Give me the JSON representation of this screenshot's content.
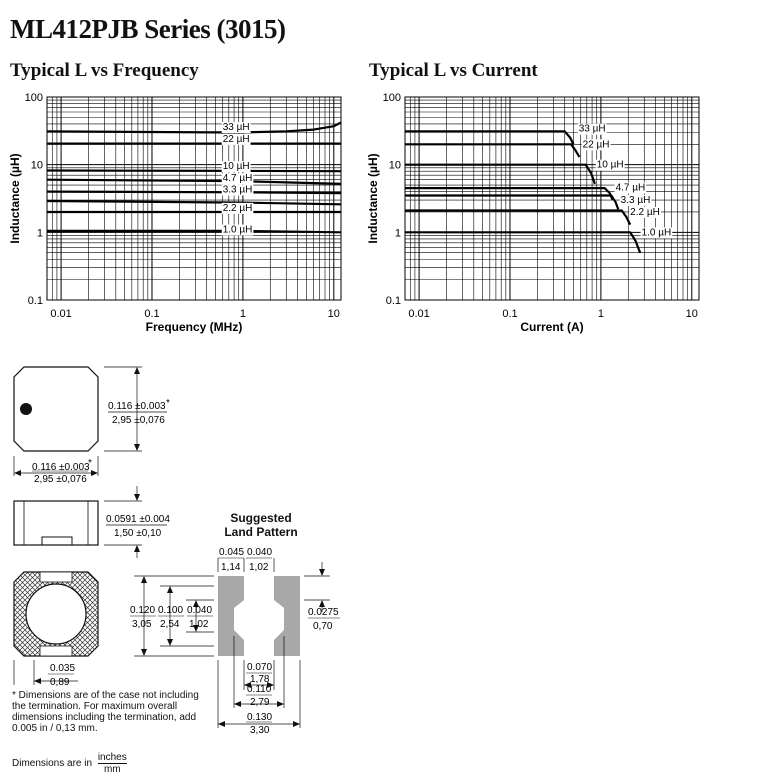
{
  "page_title": "ML412PJB Series (3015)",
  "chart_data": [
    {
      "type": "line",
      "title": "Typical L vs Frequency",
      "xlabel": "Frequency (MHz)",
      "ylabel": "Inductance (µH)",
      "x_scale": "log",
      "y_scale": "log",
      "xlim": [
        0.007,
        12
      ],
      "ylim": [
        0.1,
        100
      ],
      "x_ticks": [
        "0.01",
        "0.1",
        "1",
        "10"
      ],
      "y_ticks": [
        "100",
        "10",
        "1",
        "0.1"
      ],
      "grid": true,
      "series": [
        {
          "name": "33 µH",
          "x": [
            0.007,
            0.5,
            1,
            3,
            6,
            10,
            12
          ],
          "y": [
            31,
            30,
            30,
            31,
            33,
            37,
            42
          ]
        },
        {
          "name": "22 µH",
          "x": [
            0.007,
            1,
            12
          ],
          "y": [
            20.5,
            20.5,
            20.5
          ]
        },
        {
          "name": "10 µH",
          "x": [
            0.007,
            1,
            12
          ],
          "y": [
            8.2,
            8.1,
            8.0
          ]
        },
        {
          "name": "4.7 µH",
          "x": [
            0.007,
            1,
            12
          ],
          "y": [
            6.0,
            5.7,
            5.2
          ]
        },
        {
          "name": "3.3 µH",
          "x": [
            0.007,
            1,
            12
          ],
          "y": [
            4.0,
            3.9,
            3.8
          ]
        },
        {
          "name": "",
          "x": [
            0.007,
            1,
            12
          ],
          "y": [
            2.9,
            2.75,
            2.6
          ]
        },
        {
          "name": "2.2 µH",
          "x": [
            0.007,
            1,
            12
          ],
          "y": [
            2.0,
            2.0,
            2.0
          ]
        },
        {
          "name": "1.0 µH",
          "x": [
            0.007,
            1,
            12
          ],
          "y": [
            1.05,
            1.05,
            1.0
          ]
        }
      ],
      "labels": [
        {
          "text": "33 µH",
          "x": 0.6,
          "y": 36
        },
        {
          "text": "22 µH",
          "x": 0.6,
          "y": 24
        },
        {
          "text": "10 µH",
          "x": 0.6,
          "y": 9.5
        },
        {
          "text": "4.7 µH",
          "x": 0.6,
          "y": 6.3
        },
        {
          "text": "3.3 µH",
          "x": 0.6,
          "y": 4.3
        },
        {
          "text": "2.2 µH",
          "x": 0.6,
          "y": 2.3
        },
        {
          "text": "1.0 µH",
          "x": 0.6,
          "y": 1.1
        }
      ]
    },
    {
      "type": "line",
      "title": "Typical L vs Current",
      "xlabel": "Current (A)",
      "ylabel": "Inductance (µH)",
      "x_scale": "log",
      "y_scale": "log",
      "xlim": [
        0.007,
        12
      ],
      "ylim": [
        0.1,
        100
      ],
      "x_ticks": [
        "0.01",
        "0.1",
        "1",
        "10"
      ],
      "y_ticks": [
        "100",
        "10",
        "1",
        "0.1"
      ],
      "grid": true,
      "series": [
        {
          "name": "33 µH",
          "x": [
            0.007,
            0.4,
            0.46,
            0.5
          ],
          "y": [
            31,
            31,
            25,
            20
          ]
        },
        {
          "name": "22 µH",
          "x": [
            0.007,
            0.47,
            0.53,
            0.58
          ],
          "y": [
            20,
            20,
            16,
            13
          ]
        },
        {
          "name": "10 µH",
          "x": [
            0.007,
            0.68,
            0.78,
            0.86
          ],
          "y": [
            10,
            10,
            7.5,
            5.2
          ]
        },
        {
          "name": "4.7 µH",
          "x": [
            0.007,
            1.1,
            1.25,
            1.35
          ],
          "y": [
            4.5,
            4.5,
            3.8,
            3.0
          ]
        },
        {
          "name": "3.3 µH",
          "x": [
            0.007,
            1.3,
            1.45,
            1.55
          ],
          "y": [
            3.5,
            3.5,
            2.8,
            2.2
          ]
        },
        {
          "name": "2.2 µH",
          "x": [
            0.007,
            1.7,
            1.9,
            2.1
          ],
          "y": [
            2.1,
            2.1,
            1.7,
            1.3
          ]
        },
        {
          "name": "1.0 µH",
          "x": [
            0.007,
            2.1,
            2.4,
            2.7
          ],
          "y": [
            1.0,
            1.0,
            0.75,
            0.5
          ]
        }
      ],
      "labels": [
        {
          "text": "33 µH",
          "x": 0.57,
          "y": 34
        },
        {
          "text": "22 µH",
          "x": 0.63,
          "y": 20
        },
        {
          "text": "10 µH",
          "x": 0.9,
          "y": 10
        },
        {
          "text": "4.7 µH",
          "x": 1.45,
          "y": 4.6
        },
        {
          "text": "3.3 µH",
          "x": 1.65,
          "y": 3.0
        },
        {
          "text": "2.2 µH",
          "x": 2.1,
          "y": 2.0
        },
        {
          "text": "1.0 µH",
          "x": 2.8,
          "y": 1.0
        }
      ]
    }
  ],
  "drawing": {
    "land_pattern_title_1": "Suggested",
    "land_pattern_title_2": "Land Pattern",
    "top_height_in": "0.116 ±0.003",
    "top_height_mm": "2,95 ±0,076",
    "top_width_in": "0.116 ±0.003",
    "top_width_mm": "2,95 ±0,076",
    "asterisk": "*",
    "side_height_in": "0.0591 ±0.004",
    "side_height_mm": "1,50 ±0,10",
    "bottom_term_in": "0.035",
    "bottom_term_mm": "0,89",
    "lp_a_in": "0.045",
    "lp_a_mm": "1,14",
    "lp_b_in": "0.040",
    "lp_b_mm": "1,02",
    "lp_h1_in": "0.120",
    "lp_h1_mm": "3,05",
    "lp_h2_in": "0.100",
    "lp_h2_mm": "2,54",
    "lp_h3_in": "0.040",
    "lp_h3_mm": "1,02",
    "lp_notch_in": "0.0275",
    "lp_notch_mm": "0,70",
    "lp_w1_in": "0.070",
    "lp_w1_mm": "1,78",
    "lp_w2_in": "0.110",
    "lp_w2_mm": "2,79",
    "lp_w3_in": "0.130",
    "lp_w3_mm": "3,30"
  },
  "note": "* Dimensions are of the case not including the termination. For maximum overall dimensions including the termination, add 0.005 in / 0,13 mm.",
  "units_prefix": "Dimensions are in",
  "units_num": "inches",
  "units_den": "mm"
}
